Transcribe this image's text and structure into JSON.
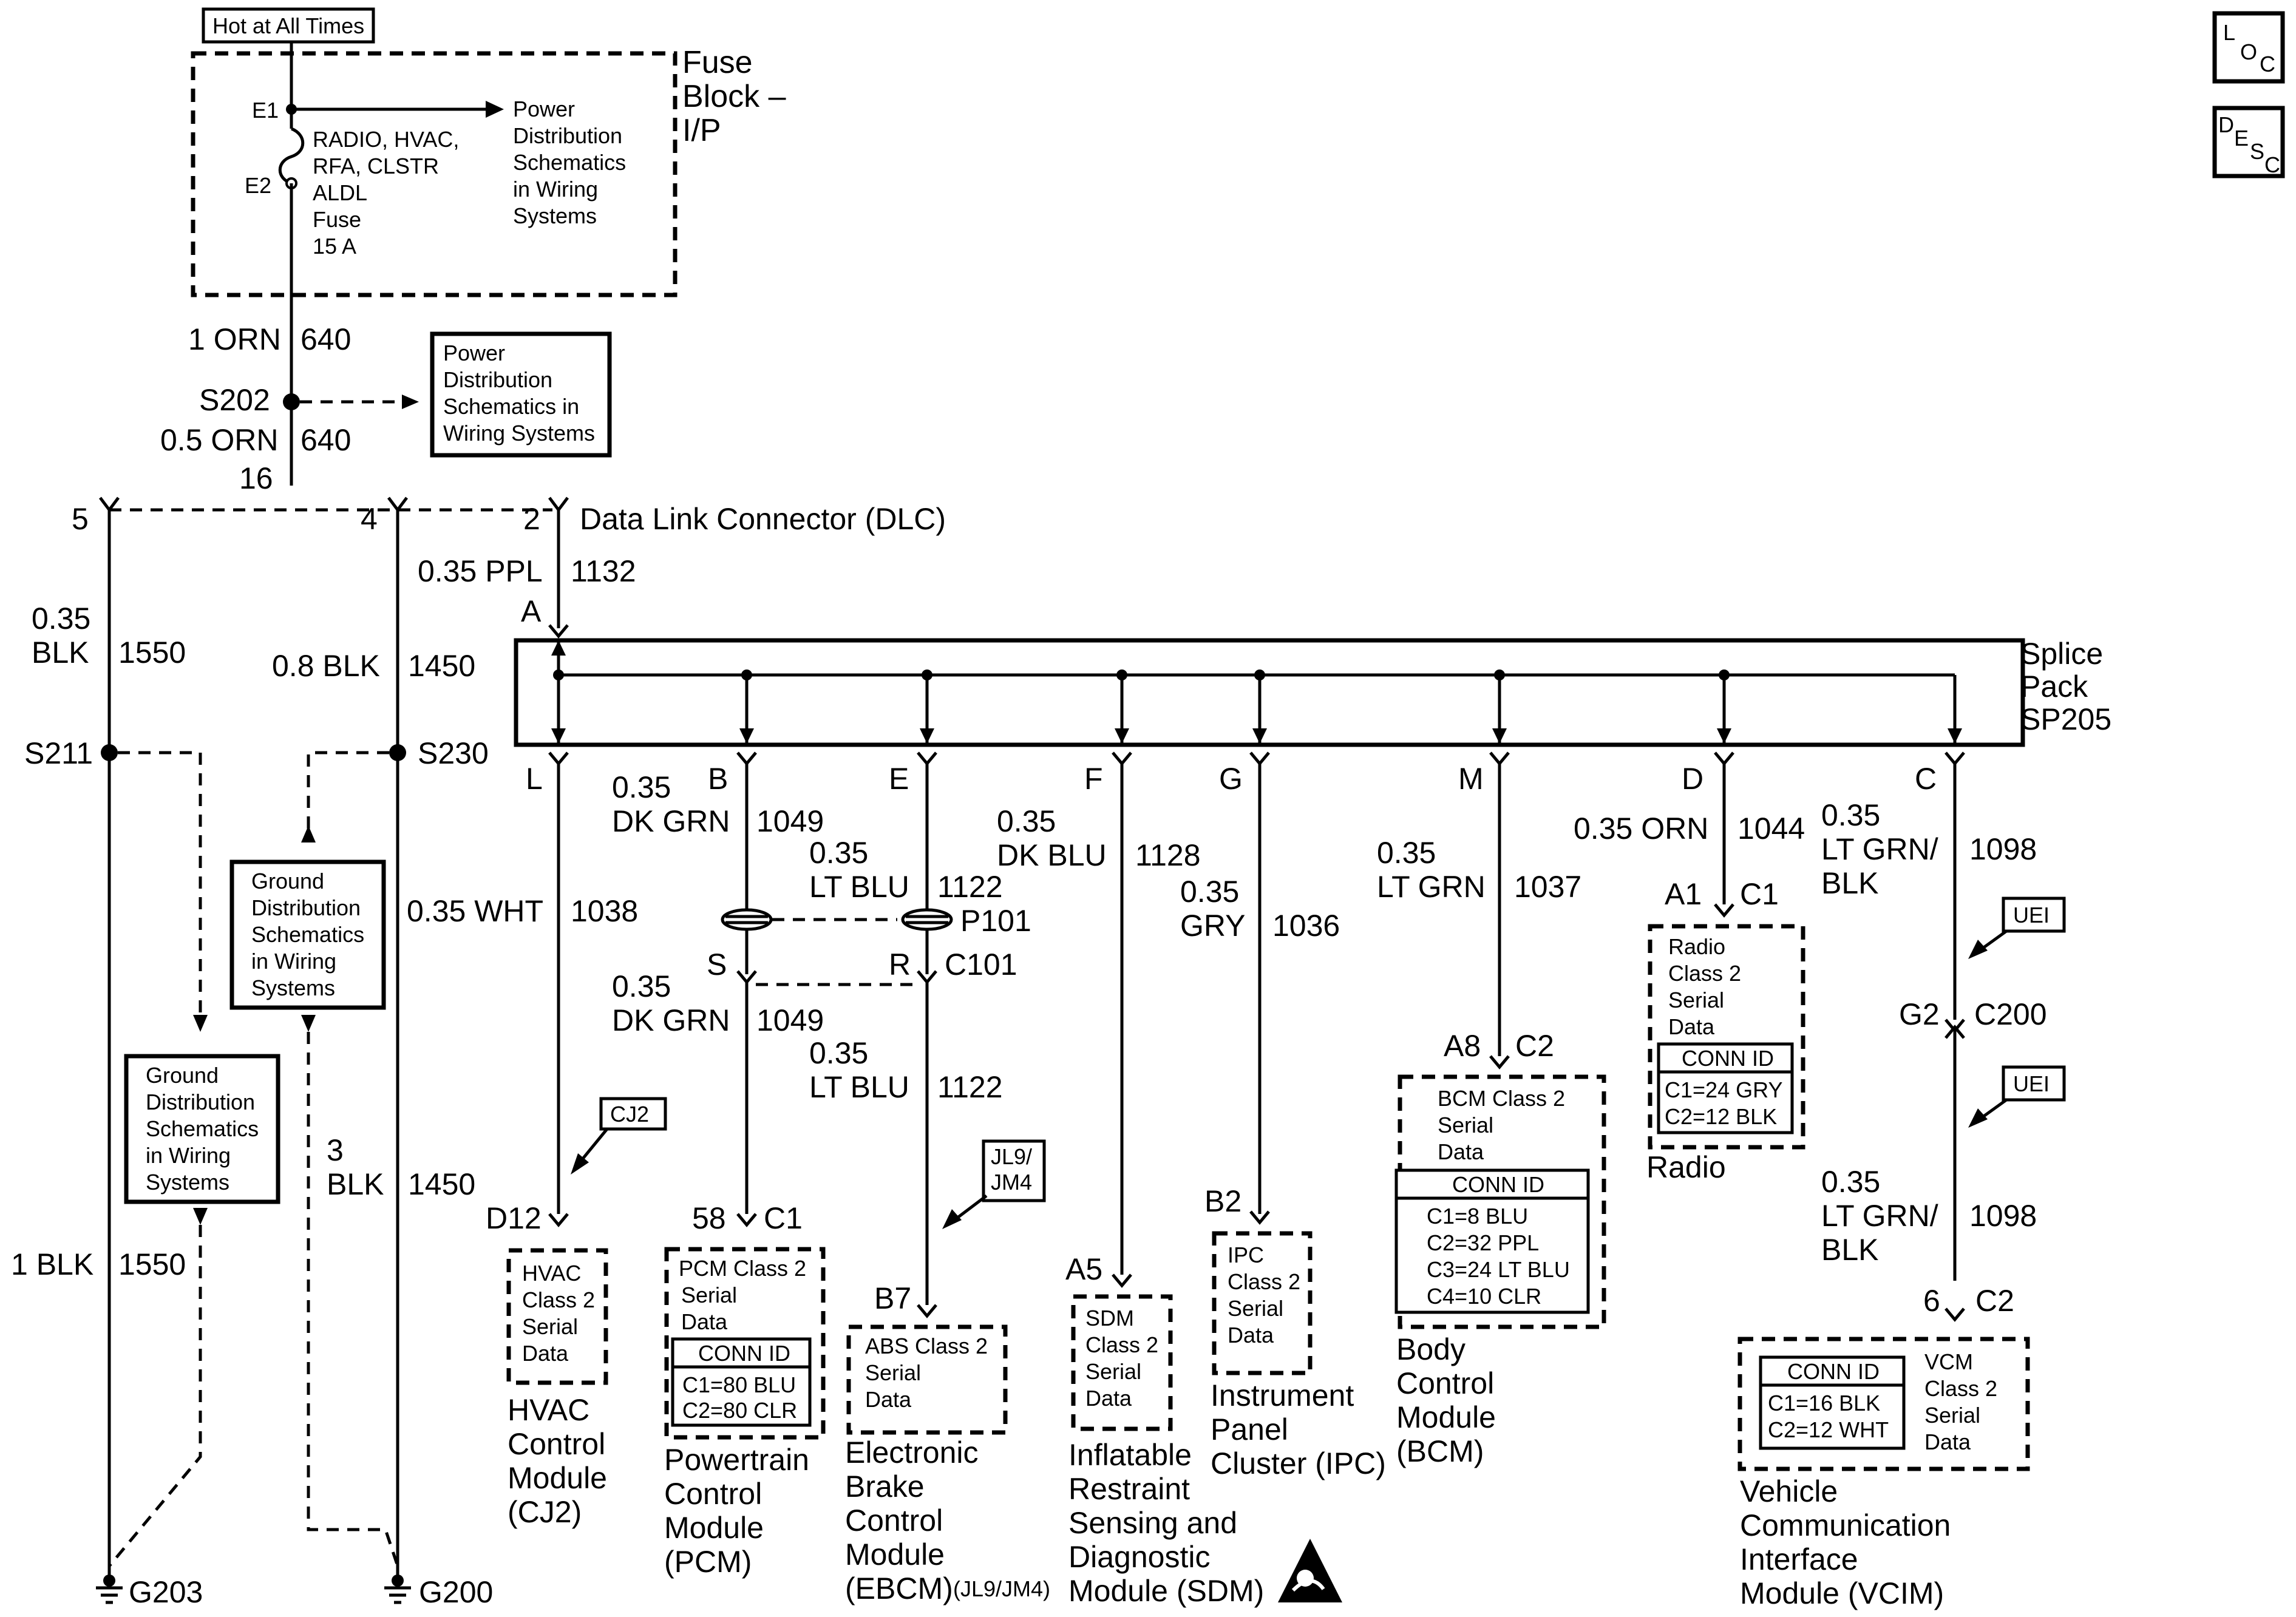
{
  "badges": {
    "loc": [
      "L",
      "O",
      "C"
    ],
    "desc": [
      "D",
      "E",
      "S",
      "C"
    ]
  },
  "fuse": {
    "hot_label": "Hot at All Times",
    "block_title": [
      "Fuse",
      "Block –",
      "I/P"
    ],
    "e1": "E1",
    "e2": "E2",
    "fuse_lines": [
      "RADIO, HVAC,",
      "RFA, CLSTR",
      "ALDL",
      "Fuse",
      "15 A"
    ],
    "power_ref": [
      "Power",
      "Distribution",
      "Schematics",
      "in Wiring",
      "Systems"
    ]
  },
  "s202": {
    "wire_top": [
      "1 ORN",
      "640"
    ],
    "label": "S202",
    "wire_bottom": [
      "0.5 ORN",
      "640"
    ],
    "pin": "16",
    "ref": [
      "Power",
      "Distribution",
      "Schematics in",
      "Wiring Systems"
    ]
  },
  "dlc": {
    "title": "Data Link Connector (DLC)",
    "pin5": "5",
    "pin4": "4",
    "pin2": "2",
    "wire2": [
      "0.35 PPL",
      "1132"
    ],
    "pinA": "A"
  },
  "left_grounds": {
    "wire5": [
      "0.35",
      "BLK",
      "1550"
    ],
    "wire4": [
      "0.8 BLK",
      "1450"
    ],
    "s211": "S211",
    "s230": "S230",
    "ref1": [
      "Ground",
      "Distribution",
      "Schematics",
      "in Wiring",
      "Systems"
    ],
    "ref2": [
      "Ground",
      "Distribution",
      "Schematics",
      "in Wiring",
      "Systems"
    ],
    "pin3": [
      "3",
      "BLK",
      "1450"
    ],
    "wire_1blk": [
      "1 BLK",
      "1550"
    ],
    "g203": "G203",
    "g200": "G200"
  },
  "splice_pack": {
    "label": [
      "Splice",
      "Pack",
      "SP205"
    ]
  },
  "pins": {
    "L": "L",
    "B": "B",
    "E": "E",
    "F": "F",
    "G": "G",
    "M": "M",
    "D": "D",
    "C": "C"
  },
  "wires": {
    "l": [
      "0.35 WHT",
      "1038"
    ],
    "b": [
      "0.35",
      "DK GRN",
      "1049"
    ],
    "e": [
      "0.35",
      "LT BLU",
      "1122"
    ],
    "f": [
      "0.35",
      "DK BLU",
      "1128"
    ],
    "g": [
      "0.35",
      "GRY",
      "1036"
    ],
    "m": [
      "0.35",
      "LT GRN",
      "1037"
    ],
    "d": [
      "0.35 ORN",
      "1044"
    ],
    "c": [
      "0.35",
      "LT GRN/",
      "BLK",
      "1098"
    ]
  },
  "connectors": {
    "p101": "P101",
    "c101": "C101",
    "s": "S",
    "r": "R",
    "b_lower": [
      "0.35",
      "DK GRN",
      "1049"
    ],
    "e_lower": [
      "0.35",
      "LT BLU",
      "1122"
    ]
  },
  "modules": {
    "hvac": {
      "pin": "D12",
      "option": "CJ2",
      "box": [
        "HVAC",
        "Class 2",
        "Serial",
        "Data"
      ],
      "name": [
        "HVAC",
        "Control",
        "Module",
        "(CJ2)"
      ]
    },
    "pcm": {
      "pin": [
        "58",
        "C1"
      ],
      "box": [
        "PCM Class 2",
        "Serial",
        "Data"
      ],
      "conn_id": "CONN ID",
      "conn": [
        "C1=80 BLU",
        "C2=80 CLR"
      ],
      "name": [
        "Powertrain",
        "Control",
        "Module",
        "(PCM)"
      ]
    },
    "ebcm": {
      "pin": "B7",
      "option": [
        "JL9/",
        "JM4"
      ],
      "box": [
        "ABS Class 2",
        "Serial",
        "Data"
      ],
      "name": [
        "Electronic",
        "Brake",
        "Control",
        "Module"
      ],
      "name_last": "(EBCM)",
      "suffix": "(JL9/JM4)"
    },
    "sdm": {
      "pin": "A5",
      "box": [
        "SDM",
        "Class 2",
        "Serial",
        "Data"
      ],
      "name": [
        "Inflatable",
        "Restraint",
        "Sensing and",
        "Diagnostic",
        "Module (SDM)"
      ]
    },
    "ipc": {
      "pin": "B2",
      "box": [
        "IPC",
        "Class 2",
        "Serial",
        "Data"
      ],
      "name": [
        "Instrument",
        "Panel",
        "Cluster (IPC)"
      ]
    },
    "bcm": {
      "pin": [
        "A8",
        "C2"
      ],
      "box": [
        "BCM Class 2",
        "Serial",
        "Data"
      ],
      "conn_id": "CONN ID",
      "conn": [
        "C1=8 BLU",
        "C2=32 PPL",
        "C3=24 LT BLU",
        "C4=10 CLR"
      ],
      "name": [
        "Body",
        "Control",
        "Module",
        "(BCM)"
      ]
    },
    "radio": {
      "pin": [
        "A1",
        "C1"
      ],
      "box": [
        "Radio",
        "Class 2",
        "Serial",
        "Data"
      ],
      "conn_id": "CONN ID",
      "conn": [
        "C1=24 GRY",
        "C2=12 BLK"
      ],
      "name": "Radio"
    },
    "vcim": {
      "option1": "UEI",
      "option2": "UEI",
      "g2": "G2",
      "c200": "C200",
      "wire_lower": [
        "0.35",
        "LT GRN/",
        "BLK",
        "1098"
      ],
      "pin": [
        "6",
        "C2"
      ],
      "conn_id": "CONN ID",
      "conn": [
        "C1=16 BLK",
        "C2=12 WHT"
      ],
      "box": [
        "VCM",
        "Class 2",
        "Serial",
        "Data"
      ],
      "name": [
        "Vehicle",
        "Communication",
        "Interface",
        "Module (VCIM)"
      ]
    }
  }
}
